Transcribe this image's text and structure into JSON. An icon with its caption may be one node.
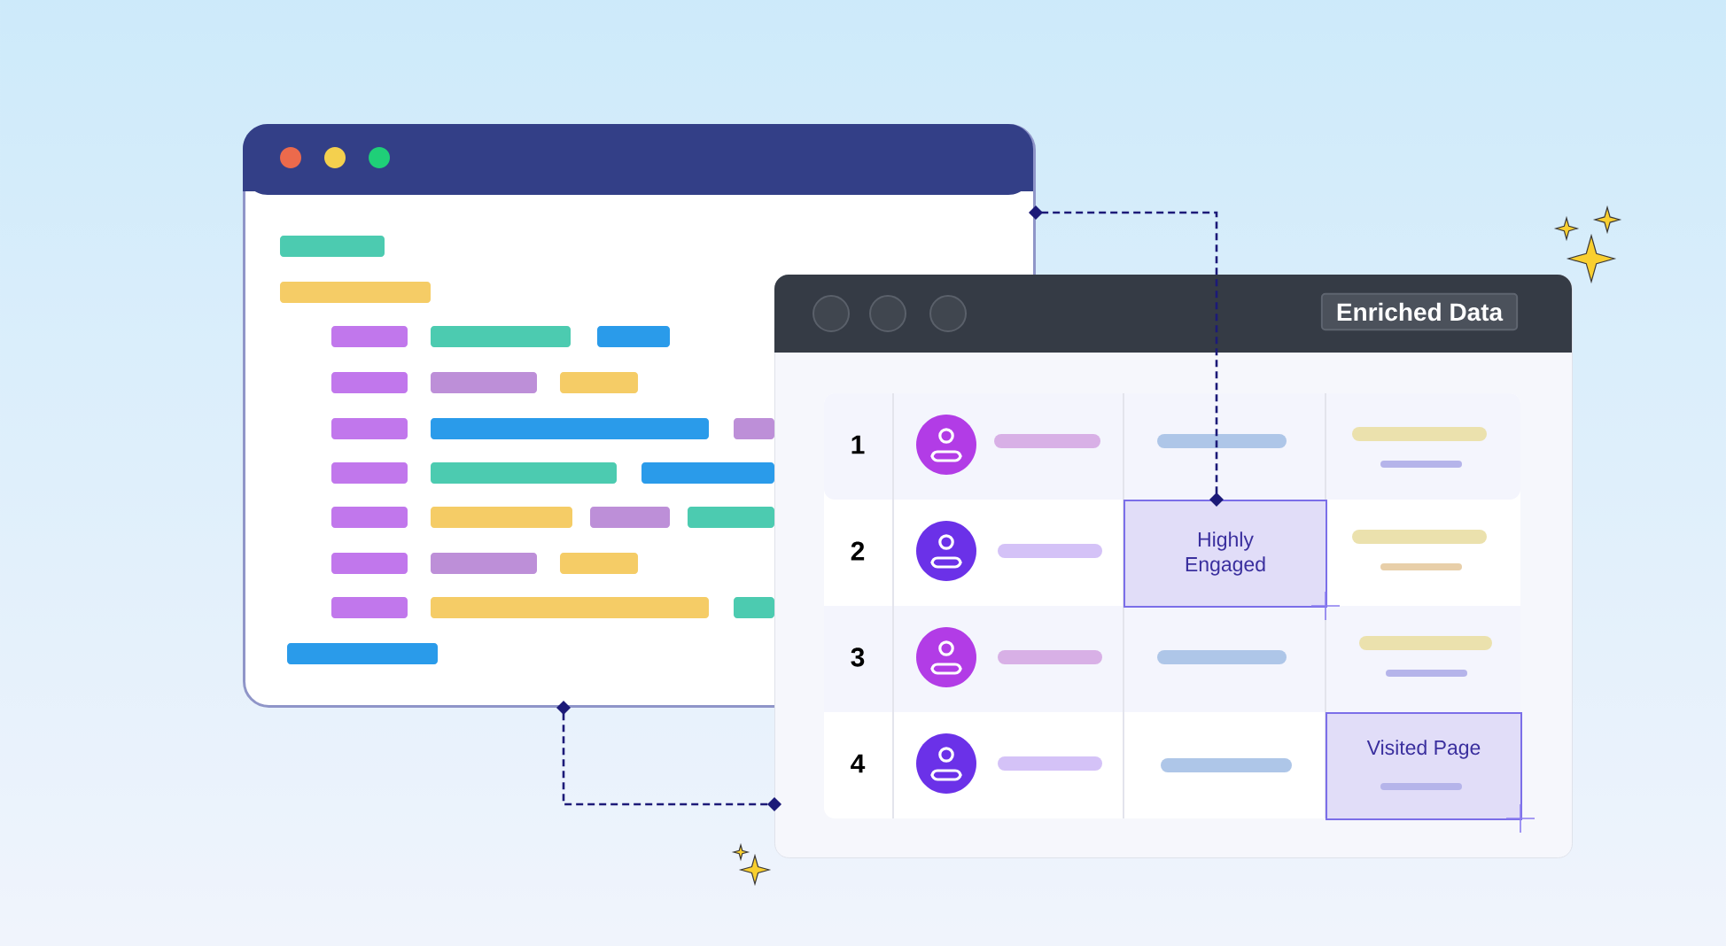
{
  "diagram": {
    "nodes": [
      {
        "text": [],
        "shape": "box"
      },
      {
        "text": [
          "Enriched Data"
        ]
      },
      {
        "text": [
          "Highly Engaged"
        ],
        "in": 1
      },
      {
        "text": [
          "Visited Page"
        ],
        "in": 1
      }
    ],
    "edges": [
      {
        "from": 0,
        "to": 2,
        "arrow": "other",
        "style": "dashed"
      },
      {
        "from": 0,
        "to": 1,
        "arrow": "other",
        "style": "dashed"
      }
    ],
    "labels": [
      "1",
      "2",
      "3",
      "4"
    ]
  }
}
